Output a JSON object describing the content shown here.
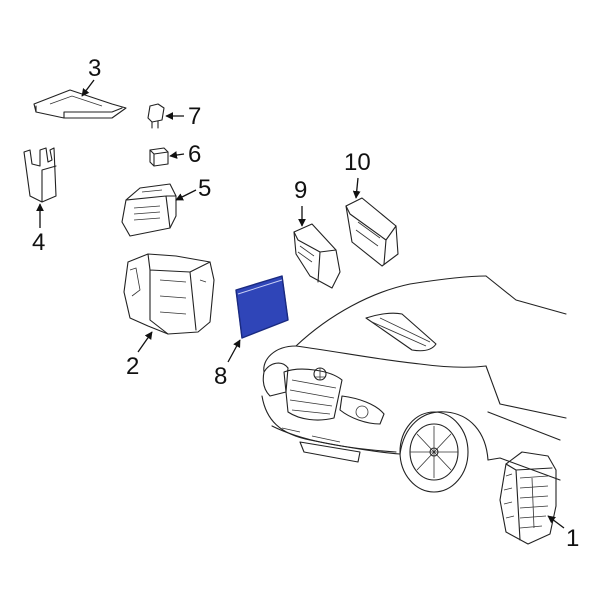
{
  "colors": {
    "highlight_fill": "#2f45b8",
    "highlight_edge": "#1a2a80",
    "line": "#222222",
    "background": "#ffffff"
  },
  "callouts": {
    "c1": "1",
    "c2": "2",
    "c3": "3",
    "c4": "4",
    "c5": "5",
    "c6": "6",
    "c7": "7",
    "c8": "8",
    "c9": "9",
    "c10": "10"
  }
}
